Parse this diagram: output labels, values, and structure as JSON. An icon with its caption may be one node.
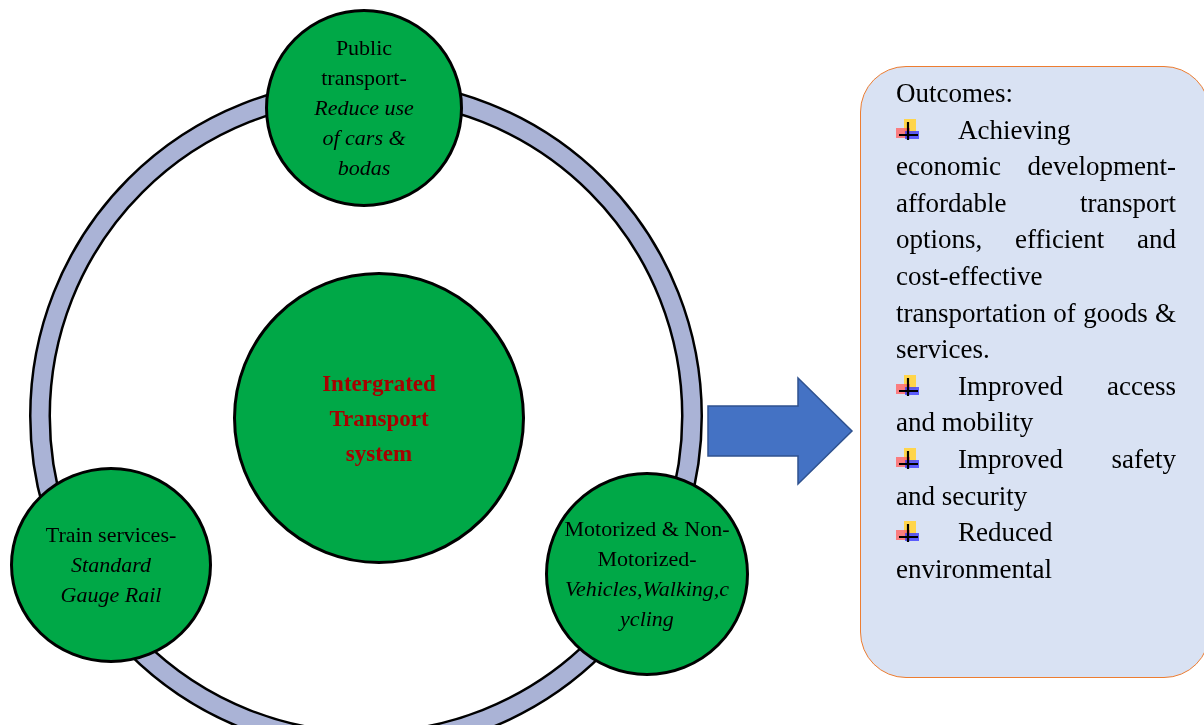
{
  "diagram": {
    "nodes": [
      {
        "text": [],
        "shape": "circle"
      },
      {
        "text": [
          "Public transport-",
          "Reduce use of cars & bodas"
        ]
      },
      {
        "text": [
          "Intergrated Transport system"
        ],
        "in": 0
      },
      {
        "text": [
          "Train services-",
          "Standard Gauge Rail"
        ]
      },
      {
        "text": [
          "Motorized & Non-Motorized-",
          "Vehicles,Walking,cycling"
        ]
      },
      {
        "text": [
          "Outcomes:",
          "Achieving economic development-affordable transport options, efficient and cost-effective transportation of goods & services.",
          "Improved access and mobility",
          "Improved safety and security",
          "Reduced environmental"
        ]
      }
    ],
    "edges": [
      {
        "from": 0,
        "to": 5,
        "arrow": "to",
        "style": "thick"
      }
    ]
  }
}
